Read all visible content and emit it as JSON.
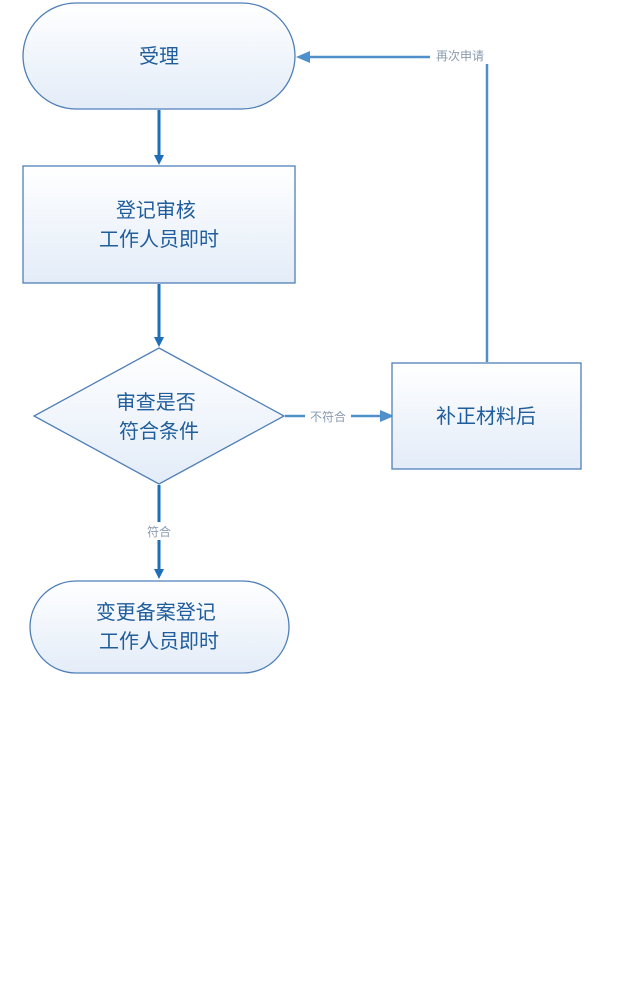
{
  "nodes": {
    "accept": {
      "lines": [
        "受理"
      ]
    },
    "register": {
      "lines": [
        "登记审核",
        "工作人员即时"
      ]
    },
    "review": {
      "lines": [
        "审查是否",
        "符合条件"
      ]
    },
    "supplement": {
      "lines": [
        "补正材料后"
      ]
    },
    "change": {
      "lines": [
        "变更备案登记",
        "工作人员即时"
      ]
    }
  },
  "edges": {
    "not_match": "不符合",
    "match": "符合",
    "reapply": "再次申请"
  },
  "colors": {
    "text": "#1f5d9c",
    "border": "#4f7fb8",
    "arrow_dark": "#1f6fb8",
    "arrow_light": "#4f8fcc",
    "label": "#8a9bb0"
  }
}
